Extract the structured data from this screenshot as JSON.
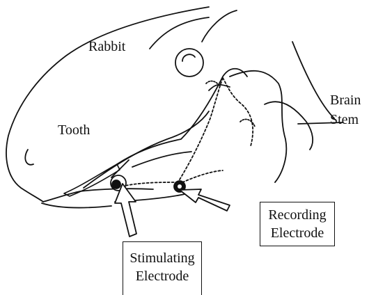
{
  "labels": {
    "rabbit": "Rabbit",
    "brain_line1": "Brain",
    "brain_line2": "Stem",
    "tooth": "Tooth",
    "recording_line1": "Recording",
    "recording_line2": "Electrode",
    "stimulating_line1": "Stimulating",
    "stimulating_line2": "Electrode"
  },
  "colors": {
    "ink": "#111111",
    "background": "#ffffff"
  }
}
